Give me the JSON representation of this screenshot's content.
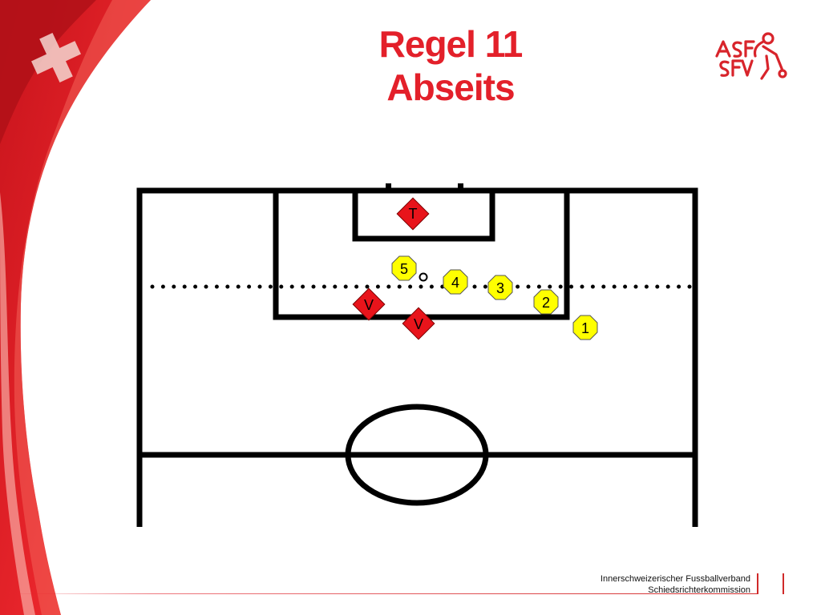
{
  "slide": {
    "title_line1": "Regel 11",
    "title_line2": "Abseits",
    "logo_name": "SFV/ASF Swiss Football Association logo",
    "footer_line1": "Innerschweizerischer Fussballverband",
    "footer_line2": "Schiedsrichterkommission"
  },
  "colors": {
    "accent_red": "#e3202a",
    "attacker_yellow": "#ffff00",
    "defender_red": "#e8141b",
    "pitch_lines": "#000000"
  },
  "players": {
    "attackers": [
      "5",
      "4",
      "3",
      "2",
      "1"
    ],
    "defenders": [
      "T",
      "V",
      "V"
    ]
  },
  "icons": {
    "ball": "ball-icon",
    "offside_line": "dotted-offside-line"
  }
}
